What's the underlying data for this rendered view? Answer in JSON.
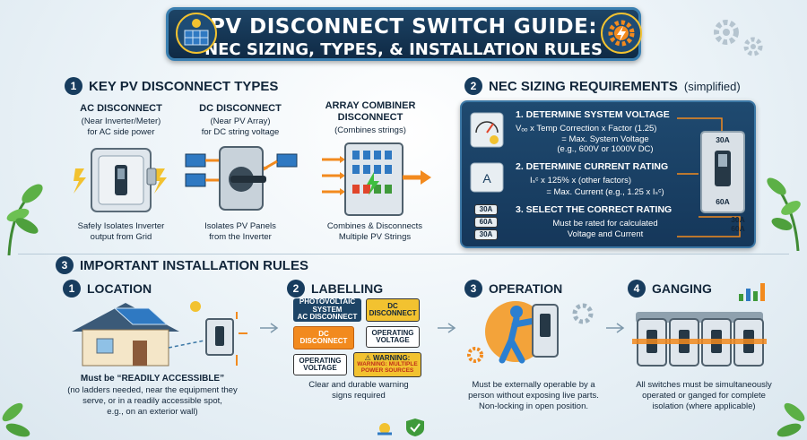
{
  "header": {
    "title_line1": "PV DISCONNECT SWITCH GUIDE:",
    "title_line2": "NEC SIZING, TYPES, & INSTALLATION RULES"
  },
  "section1": {
    "number": "1",
    "title": "KEY PV DISCONNECT TYPES",
    "types": [
      {
        "name": "AC DISCONNECT",
        "sub1": "(Near Inverter/Meter)",
        "sub2": "for AC side power",
        "desc1": "Safely Isolates Inverter",
        "desc2": "output from Grid"
      },
      {
        "name": "DC DISCONNECT",
        "sub1": "(Near PV Array)",
        "sub2": "for DC string voltage",
        "desc1": "Isolates PV Panels",
        "desc2": "from the Inverter"
      },
      {
        "name1": "ARRAY COMBINER",
        "name2": "DISCONNECT",
        "sub1": "(Combines strings)",
        "desc1": "Combines & Disconnects",
        "desc2": "Multiple PV Strings"
      }
    ]
  },
  "section2": {
    "number": "2",
    "title": "NEC SIZING REQUIREMENTS",
    "title_suffix": "(simplified)",
    "steps": [
      {
        "title": "1. DETERMINE SYSTEM VOLTAGE",
        "line1": "Vₒₒ x Temp Correction x Factor (1.25)",
        "line2": "= Max. System Voltage",
        "line3": "(e.g., 600V or 1000V DC)"
      },
      {
        "title": "2. DETERMINE CURRENT RATING",
        "line1": "Iₛᶜ x 125% x (other factors)",
        "line2": "= Max. Current (e.g., 1.25 x Iₛᶜ)"
      },
      {
        "title": "3. SELECT THE CORRECT RATING",
        "line1": "Must be rated for calculated",
        "line2": "Voltage and Current"
      }
    ],
    "ratings": [
      "30A",
      "60A",
      "30A"
    ],
    "switch_top": "30A",
    "switch_bottom": "60A",
    "side_ratings": [
      "30A",
      "60A"
    ]
  },
  "section3": {
    "number": "3",
    "title": "IMPORTANT INSTALLATION RULES",
    "rules": [
      {
        "number": "1",
        "title": "LOCATION",
        "desc_bold": "Must be “READILY ACCESSIBLE”",
        "desc1": "(no ladders needed, near the equipment they",
        "desc2": "serve, or in a readily accessible spot,",
        "desc3": "e.g., on an exterior wall)"
      },
      {
        "number": "2",
        "title": "LABELLING",
        "desc1": "Clear and durable warning",
        "desc2": "signs required"
      },
      {
        "number": "3",
        "title": "OPERATION",
        "desc1": "Must be externally operable by a",
        "desc2": "person without exposing live parts.",
        "desc3": "Non-locking in open position."
      },
      {
        "number": "4",
        "title": "GANGING",
        "desc1": "All switches must be simultaneously",
        "desc2": "operated or ganged for complete",
        "desc3": "isolation (where applicable)"
      }
    ],
    "labels": {
      "pv_system_1": "PHOTOVOLTAIC",
      "pv_system_2": "SYSTEM",
      "pv_system_3": "AC DISCONNECT",
      "dc_disc_1": "DC",
      "dc_disc_2": "DISCONNECT",
      "dc_disc_red_1": "DC",
      "dc_disc_red_2": "DISCONNECT",
      "op_v_1": "OPERATING",
      "op_v_2": "VOLTAGE",
      "op_v2_1": "OPERATING",
      "op_v2_2": "VOLTAGE",
      "warn_1": "⚠ WARNING:",
      "warn_2": "WARNING: MULTIPLE",
      "warn_3": "POWER SOURCES"
    }
  },
  "colors": {
    "navy": "#173c5e",
    "yellow": "#f2c230",
    "orange": "#f28a1e",
    "green": "#3f9a3a",
    "red": "#e0452b"
  }
}
